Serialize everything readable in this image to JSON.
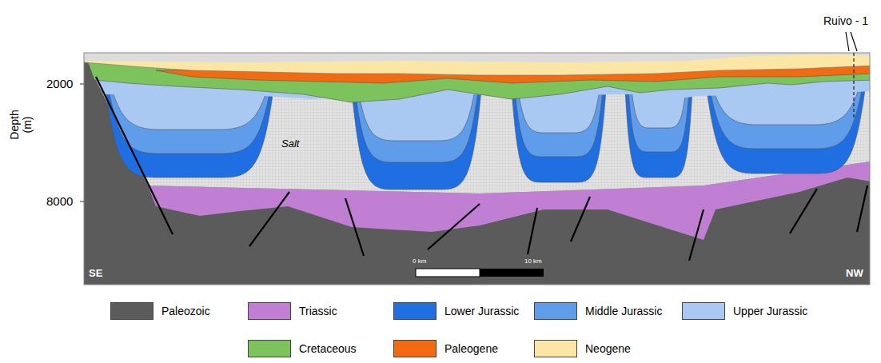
{
  "diagram": {
    "labels": [
      "Ruivo - 1",
      "2000",
      "8000",
      "Depth (m)",
      "Salt",
      "SE",
      "NW",
      "0 km",
      "10 km"
    ],
    "legend": [
      {
        "text": "Paleozoic",
        "color": "#5b5b5b"
      },
      {
        "text": "Triassic",
        "color": "#c07fd3"
      },
      {
        "text": "Lower Jurassic",
        "color": "#1f6fe3"
      },
      {
        "text": "Middle Jurassic",
        "color": "#5f9ce9"
      },
      {
        "text": "Upper Jurassic",
        "color": "#a9c9f2"
      },
      {
        "text": "Cretaceous",
        "color": "#7dc35b"
      },
      {
        "text": "Paleogene",
        "color": "#f26a12"
      },
      {
        "text": "Neogene",
        "color": "#fbe6a6"
      }
    ]
  }
}
